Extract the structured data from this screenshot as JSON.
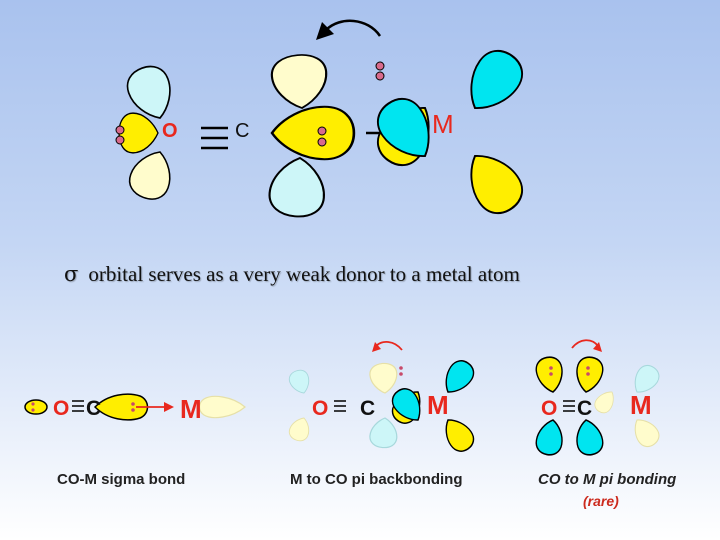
{
  "colors": {
    "yellow": "#ffee00",
    "pale_yellow": "#fffccc",
    "cyan": "#00e5f0",
    "pale_cyan": "#cdf6f8",
    "red_label": "#e8281e",
    "electron": "#d86a8c"
  },
  "top_diagram": {
    "o_label": "O",
    "c_label": "C",
    "m_label": "M"
  },
  "caption": {
    "sigma_symbol": "σ",
    "text": "orbital serves as a very weak donor to a metal atom"
  },
  "panels": [
    {
      "o_label": "O",
      "c_label": "C",
      "m_label": "M",
      "title": "CO-M sigma bond"
    },
    {
      "o_label": "O",
      "c_label": "C",
      "m_label": "M",
      "title": "M to CO pi backbonding"
    },
    {
      "o_label": "O",
      "c_label": "C",
      "m_label": "M",
      "title": "CO to M pi bonding",
      "note": "(rare)"
    }
  ]
}
